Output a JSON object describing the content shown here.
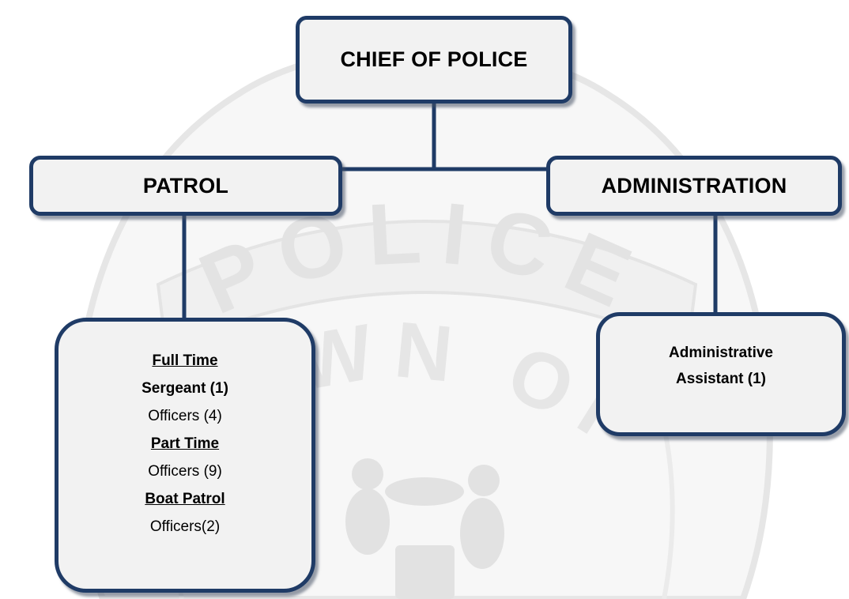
{
  "nodes": {
    "chief": {
      "label": "CHIEF OF POLICE"
    },
    "patrol": {
      "label": "PATROL"
    },
    "administration": {
      "label": "ADMINISTRATION"
    },
    "patrol_staff": {
      "lines": [
        {
          "text": "Full Time",
          "style": "heading"
        },
        {
          "text": "Sergeant (1)",
          "style": "bold"
        },
        {
          "text": "Officers (4)",
          "style": "plain"
        },
        {
          "text": "Part Time",
          "style": "heading"
        },
        {
          "text": "Officers (9)",
          "style": "plain"
        },
        {
          "text": "Boat Patrol",
          "style": "heading"
        },
        {
          "text": "Officers(2)",
          "style": "plain"
        }
      ]
    },
    "admin_staff": {
      "line1": "Administrative",
      "line2": "Assistant (1)"
    }
  },
  "watermark": {
    "word1": "POLICE",
    "word2": "OWN OF"
  },
  "colors": {
    "border": "#1f3b66",
    "box_fill": "#f2f2f2",
    "watermark": "#ececec"
  }
}
